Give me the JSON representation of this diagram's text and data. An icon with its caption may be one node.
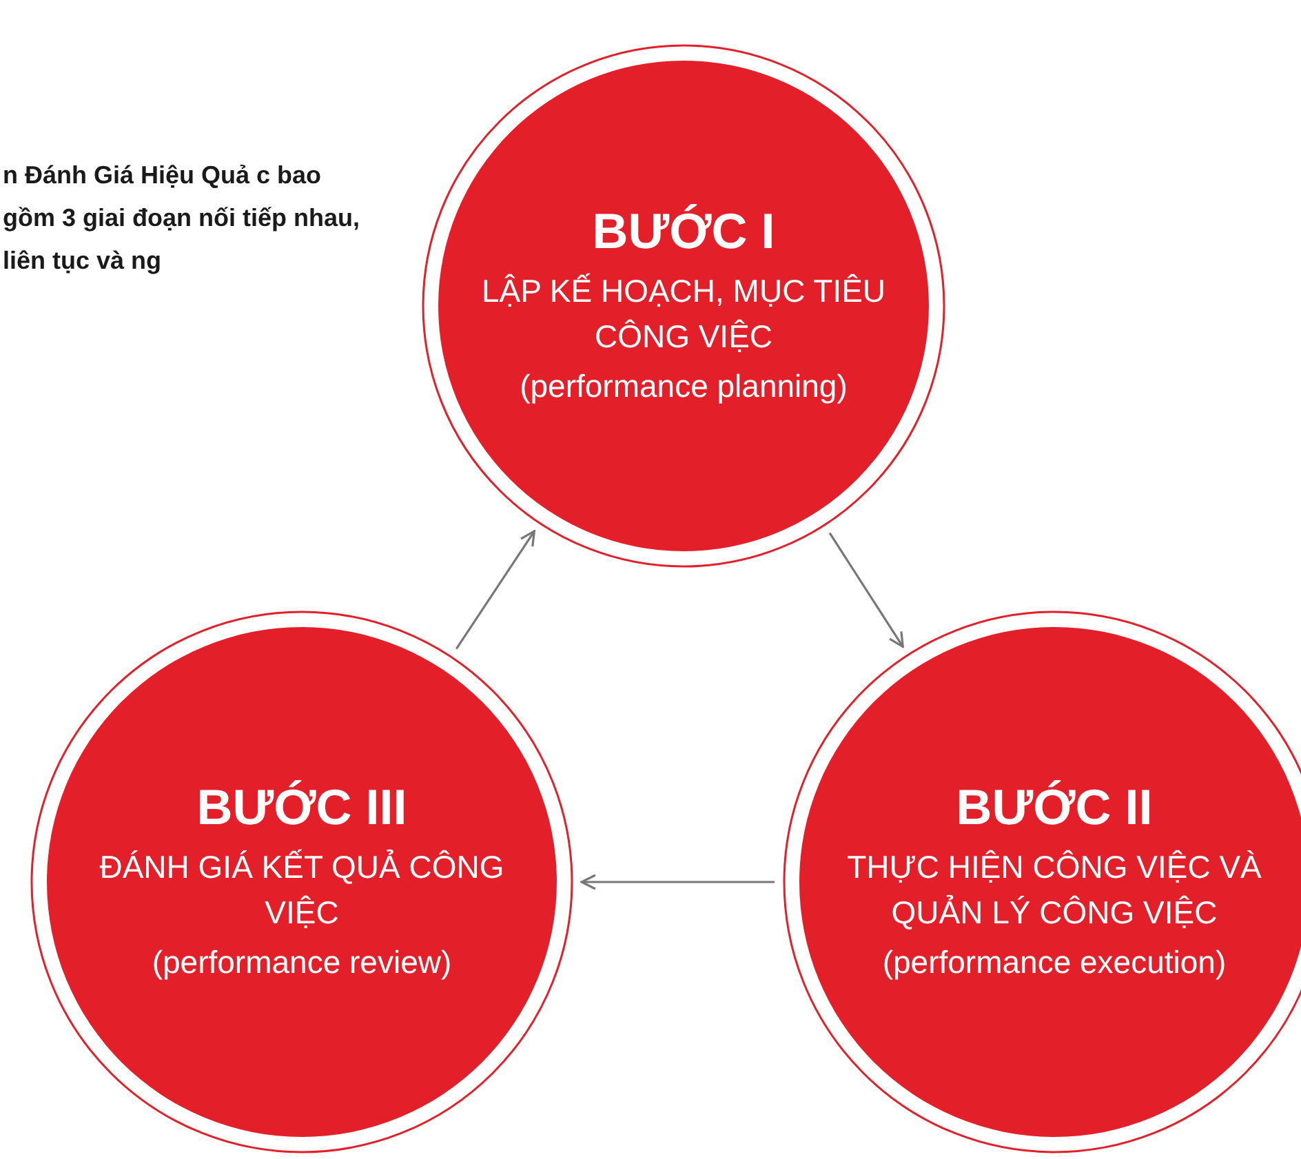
{
  "diagram": {
    "nodes": [
      {
        "text": [
          "BƯỚC I",
          "LẬP KẾ HOẠCH, MỤC TIÊU CÔNG VIỆC",
          "(performance planning)"
        ]
      },
      {
        "text": [
          "BƯỚC II",
          "THỰC HIỆN CÔNG VIỆC VÀ QUẢN LÝ CÔNG VIỆC",
          "(performance execution)"
        ]
      },
      {
        "text": [
          "BƯỚC III",
          "ĐÁNH GIÁ KẾT QUẢ CÔNG VIỆC",
          "(performance review)"
        ]
      }
    ],
    "edges": [
      {
        "from": 0,
        "to": 1,
        "arrow": "to"
      },
      {
        "from": 1,
        "to": 2,
        "arrow": "to"
      },
      {
        "from": 2,
        "to": 0,
        "arrow": "to"
      }
    ],
    "labels": [
      "n Đánh Giá Hiệu Quả c bao gồm 3 giai đoạn nối tiếp nhau, liên tục và ng"
    ]
  }
}
